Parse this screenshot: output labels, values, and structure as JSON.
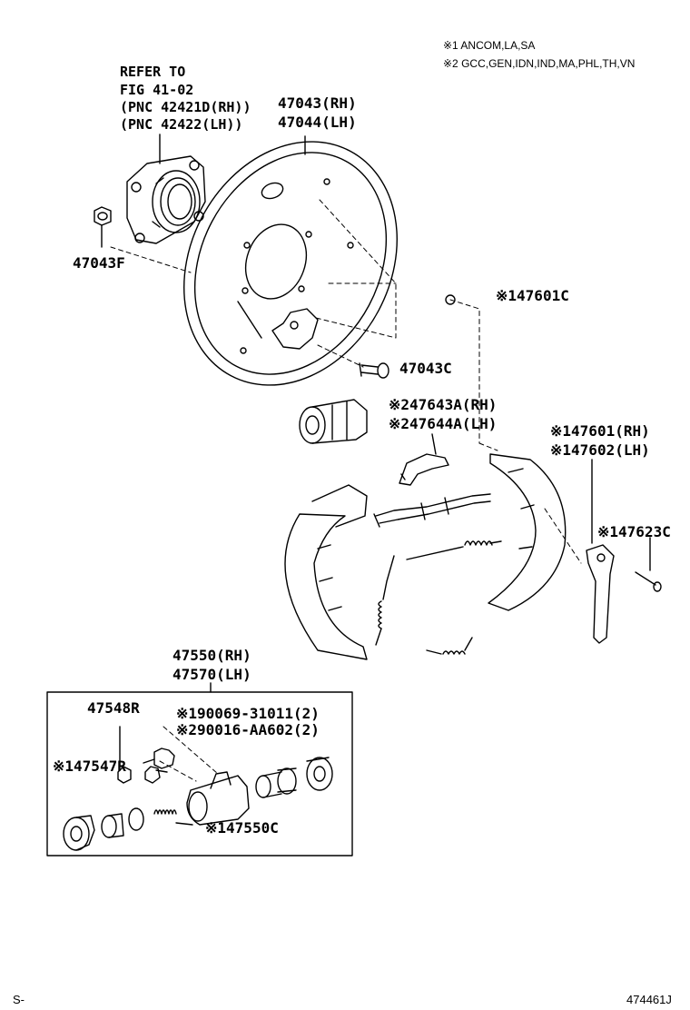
{
  "notes": {
    "note1": "※1 ANCOM,LA,SA",
    "note2": "※2 GCC,GEN,IDN,IND,MA,PHL,TH,VN"
  },
  "refer": {
    "line1": "REFER TO",
    "line2": "FIG 41-02",
    "line3": "(PNC 42421D(RH))",
    "line4": "(PNC 42422(LH))"
  },
  "parts": {
    "p47043_rh": "47043(RH)",
    "p47044_lh": "47044(LH)",
    "p47043F": "47043F",
    "p47601C": "※147601C",
    "p47043C": "47043C",
    "p47643A": "※247643A(RH)",
    "p47644A": "※247644A(LH)",
    "p47601_rh": "※147601(RH)",
    "p47602_lh": "※147602(LH)",
    "p47623C": "※147623C",
    "p47550_rh": "47550(RH)",
    "p47570_lh": "47570(LH)",
    "p47548R": "47548R",
    "p90069": "※190069-31011(2)",
    "p90016": "※290016-AA602(2)",
    "p47547R": "※147547R",
    "p47550C": "※147550C"
  },
  "footer": {
    "left": "S-",
    "right": "474461J"
  }
}
